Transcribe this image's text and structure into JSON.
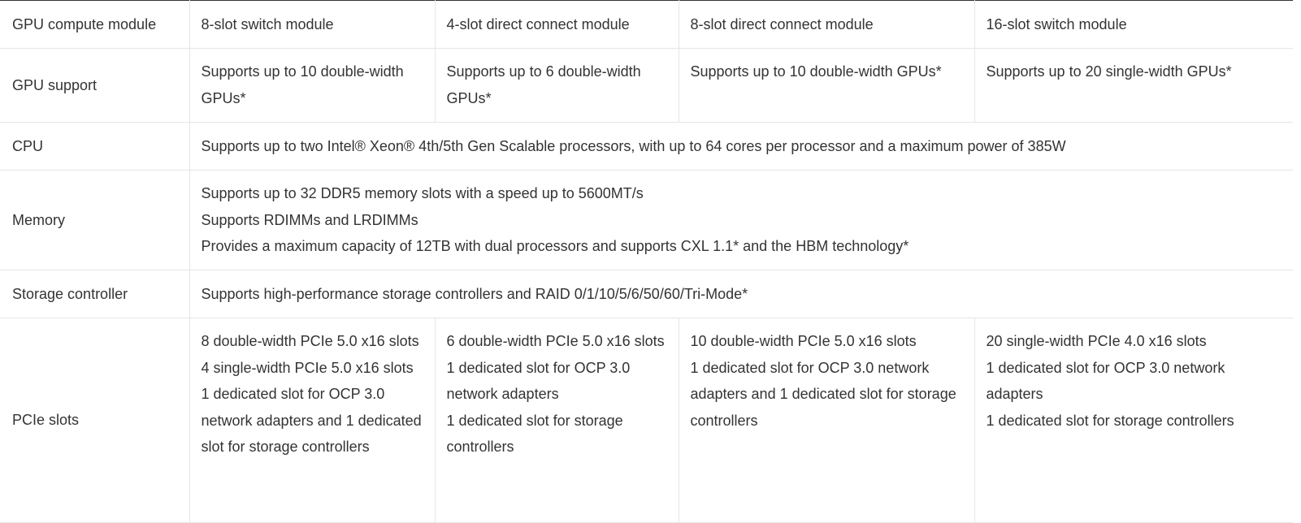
{
  "table": {
    "compute_module": {
      "label": "GPU compute module",
      "values": [
        "8-slot switch module",
        "4-slot direct connect module",
        "8-slot direct connect module",
        "16-slot switch module"
      ]
    },
    "gpu_support": {
      "label": "GPU support",
      "values": [
        "Supports up to 10 double-width GPUs*",
        "Supports up to 6 double-width GPUs*",
        "Supports up to 10 double-width GPUs*",
        "Supports up to 20 single-width GPUs*"
      ]
    },
    "cpu": {
      "label": "CPU",
      "value": "Supports up to two Intel® Xeon® 4th/5th Gen Scalable processors, with up to 64 cores per processor and a maximum power of 385W"
    },
    "memory": {
      "label": "Memory",
      "lines": [
        "Supports up to 32 DDR5 memory slots with a speed up to 5600MT/s",
        "Supports RDIMMs and LRDIMMs",
        "Provides a maximum capacity of 12TB with dual processors and supports CXL 1.1* and the HBM technology*"
      ]
    },
    "storage_controller": {
      "label": "Storage controller",
      "value": "Supports high-performance storage controllers and RAID 0/1/10/5/6/50/60/Tri-Mode*"
    },
    "pcie_slots": {
      "label": "PCIe slots",
      "columns": [
        [
          "8 double-width PCIe 5.0 x16 slots",
          "4 single-width PCIe 5.0 x16 slots",
          "1 dedicated slot for OCP 3.0 network adapters and 1 dedicated slot for storage controllers"
        ],
        [
          "6 double-width PCIe 5.0 x16 slots",
          "1 dedicated slot for OCP 3.0 network adapters",
          "1 dedicated slot for storage controllers"
        ],
        [
          "10 double-width PCIe 5.0 x16 slots",
          "1 dedicated slot for OCP 3.0 network adapters and 1 dedicated slot for storage controllers"
        ],
        [
          "20 single-width PCIe 4.0 x16 slots",
          "1 dedicated slot for OCP 3.0 network adapters",
          "1 dedicated slot for storage controllers"
        ]
      ]
    }
  }
}
